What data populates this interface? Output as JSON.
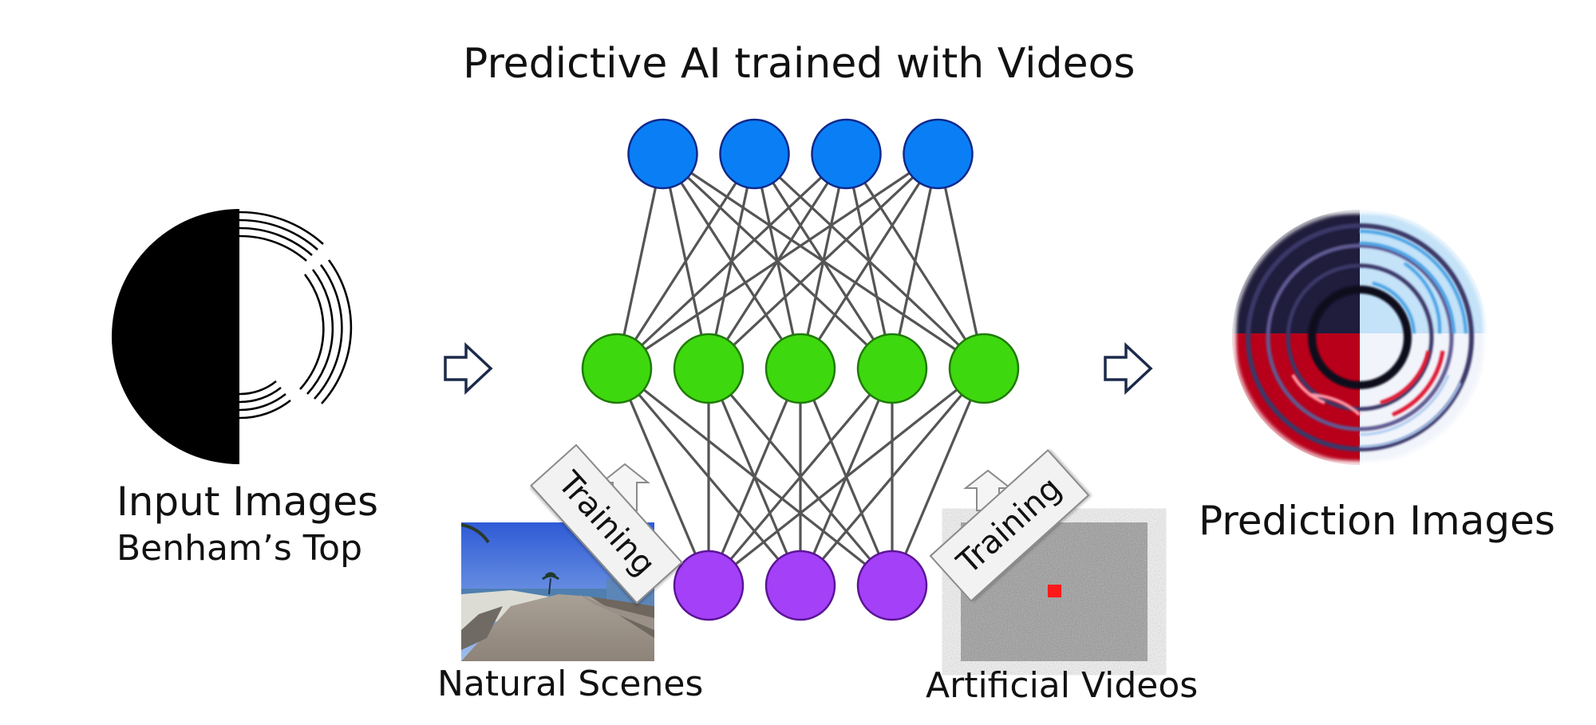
{
  "title": "Predictive AI trained with Videos",
  "input": {
    "title": "Input Images",
    "subtitle": "Benham’s Top"
  },
  "prediction": {
    "title": "Prediction Images"
  },
  "training": {
    "left_label": "Training",
    "right_label": "Training"
  },
  "datasets": {
    "natural_label": "Natural Scenes",
    "artificial_label": "Artificial Videos"
  },
  "network": {
    "layers": [
      {
        "name": "output",
        "count": 4,
        "fill": "#0a7ff5",
        "stroke": "#10288a"
      },
      {
        "name": "hidden",
        "count": 5,
        "fill": "#3ed80f",
        "stroke": "#1f7a08"
      },
      {
        "name": "input",
        "count": 3,
        "fill": "#a440f7",
        "stroke": "#5b1596"
      }
    ],
    "edge_color": "#555555"
  },
  "colors": {
    "arrow_stroke": "#1b2a4a",
    "dark_red": "#b8001a",
    "dark_navy": "#1f1c3c",
    "light_blue": "#c4e2f8",
    "noise_gray": "#8c8c8c",
    "red_dot": "#ff1a1a"
  },
  "icons": [
    "right-arrow-icon",
    "up-arrow-icon"
  ]
}
